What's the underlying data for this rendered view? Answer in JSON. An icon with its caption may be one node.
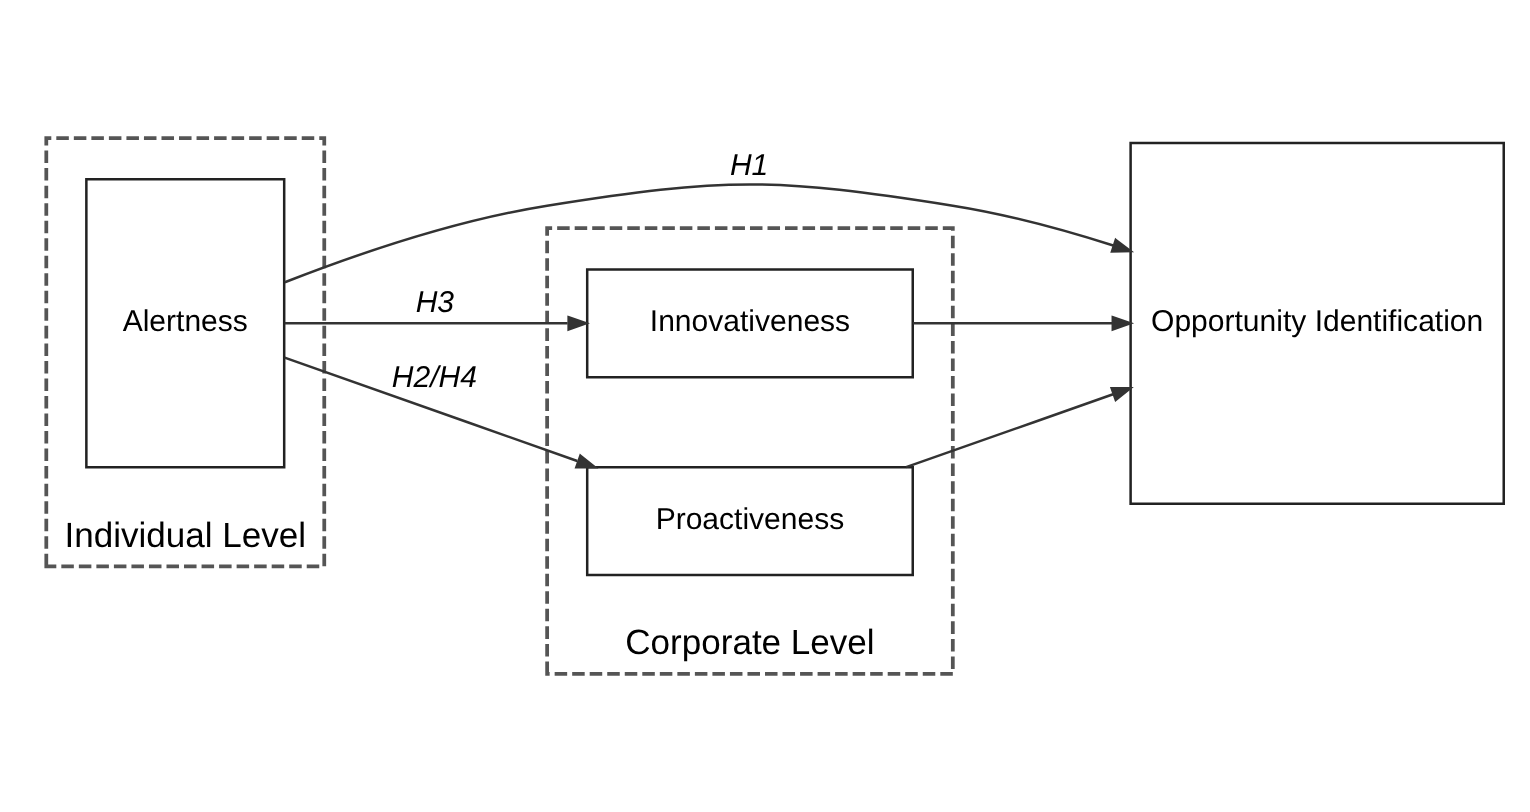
{
  "diagram": {
    "nodes": [
      {
        "text": [
          "Individual Level"
        ]
      },
      {
        "text": [
          "Alertness"
        ],
        "in": 0
      },
      {
        "text": [
          "Opportunity Identification"
        ]
      },
      {
        "text": [
          "Corporate Level"
        ]
      },
      {
        "text": [
          "Innovativeness"
        ],
        "in": 3
      },
      {
        "text": [
          "Proactiveness"
        ],
        "in": 3
      }
    ],
    "edges": [
      {
        "from": 1,
        "to": 2,
        "arrow": "to",
        "label": "H1"
      },
      {
        "from": 1,
        "to": 4,
        "arrow": "to",
        "label": "H3"
      },
      {
        "from": 1,
        "to": 5,
        "arrow": "to",
        "label": "H2/H4"
      },
      {
        "from": 4,
        "to": 2,
        "arrow": "to"
      },
      {
        "from": 5,
        "to": 2,
        "arrow": "to"
      }
    ]
  }
}
